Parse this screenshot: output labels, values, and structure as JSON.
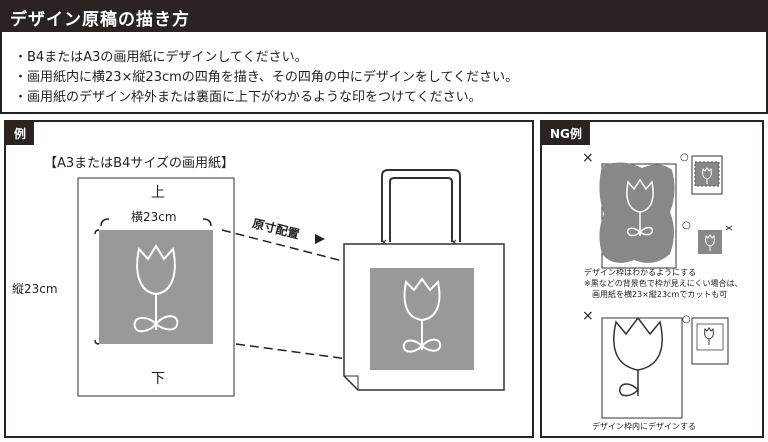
{
  "header": {
    "title": "デザイン原稿の描き方"
  },
  "notes": [
    "・B4またはA3の画用紙にデザインしてください。",
    "・画用紙内に横23×縦23cmの四角を描き、その四角の中にデザインをしてください。",
    "・画用紙のデザイン枠外または裏面に上下がわかるような印をつけてください。"
  ],
  "example": {
    "tag": "例",
    "paper_caption": "【A3またはB4サイズの画用紙】",
    "top_mark": "上",
    "bottom_mark": "下",
    "width_label": "横23cm",
    "height_label": "縦23cm",
    "placement_label": "原寸配置"
  },
  "ng": {
    "tag": "NG例",
    "x_mark": "×",
    "o_mark": "○",
    "note1_line1": "デザイン枠はわかるようにする",
    "note1_line2": "※黒などの背景色で枠が見えにくい場合は、",
    "note1_line3": "画用紙を横23×縦23cmでカットも可",
    "note2": "デザイン枠内にデザインする"
  }
}
